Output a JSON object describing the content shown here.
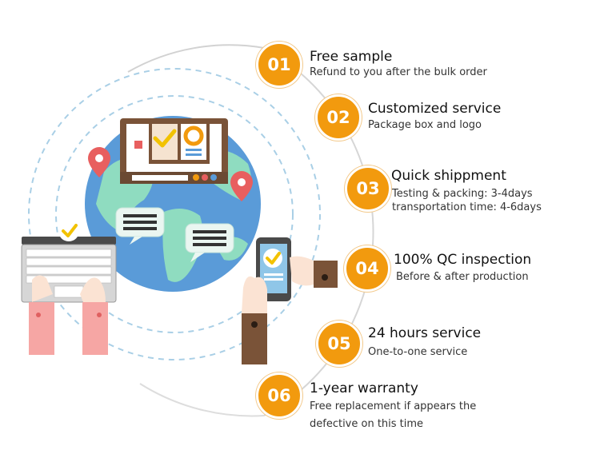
{
  "colors": {
    "accent": "#f29a0e",
    "ring": "#cfcfcf",
    "dashed": "#a9cfe6",
    "globe_ocean": "#5a9bd8",
    "globe_land": "#8fdcc0",
    "pin": "#e85f5f",
    "check": "#f2c200",
    "wood": "#7a5338",
    "sleeve": "#f6a6a4"
  },
  "icons": [
    "globe-icon",
    "map-pin-icon",
    "chat-bubble-icon",
    "laptop-icon",
    "phone-icon",
    "check-icon",
    "hand-icon",
    "document-icon"
  ],
  "steps": [
    {
      "number": "01",
      "title": "Free sample",
      "lines": [
        "Refund to you after the bulk order"
      ]
    },
    {
      "number": "02",
      "title": "Customized service",
      "lines": [
        "Package box and logo"
      ]
    },
    {
      "number": "03",
      "title": "Quick shippment",
      "lines": [
        "Testing & packing: 3-4days",
        "transportation time: 4-6days"
      ]
    },
    {
      "number": "04",
      "title": "100% QC inspection",
      "lines": [
        "Before & after production"
      ]
    },
    {
      "number": "05",
      "title": "24 hours service",
      "lines": [
        "One-to-one service"
      ]
    },
    {
      "number": "06",
      "title": "1-year warranty",
      "lines": [
        "Free replacement if appears the",
        "defective on this time"
      ]
    }
  ]
}
